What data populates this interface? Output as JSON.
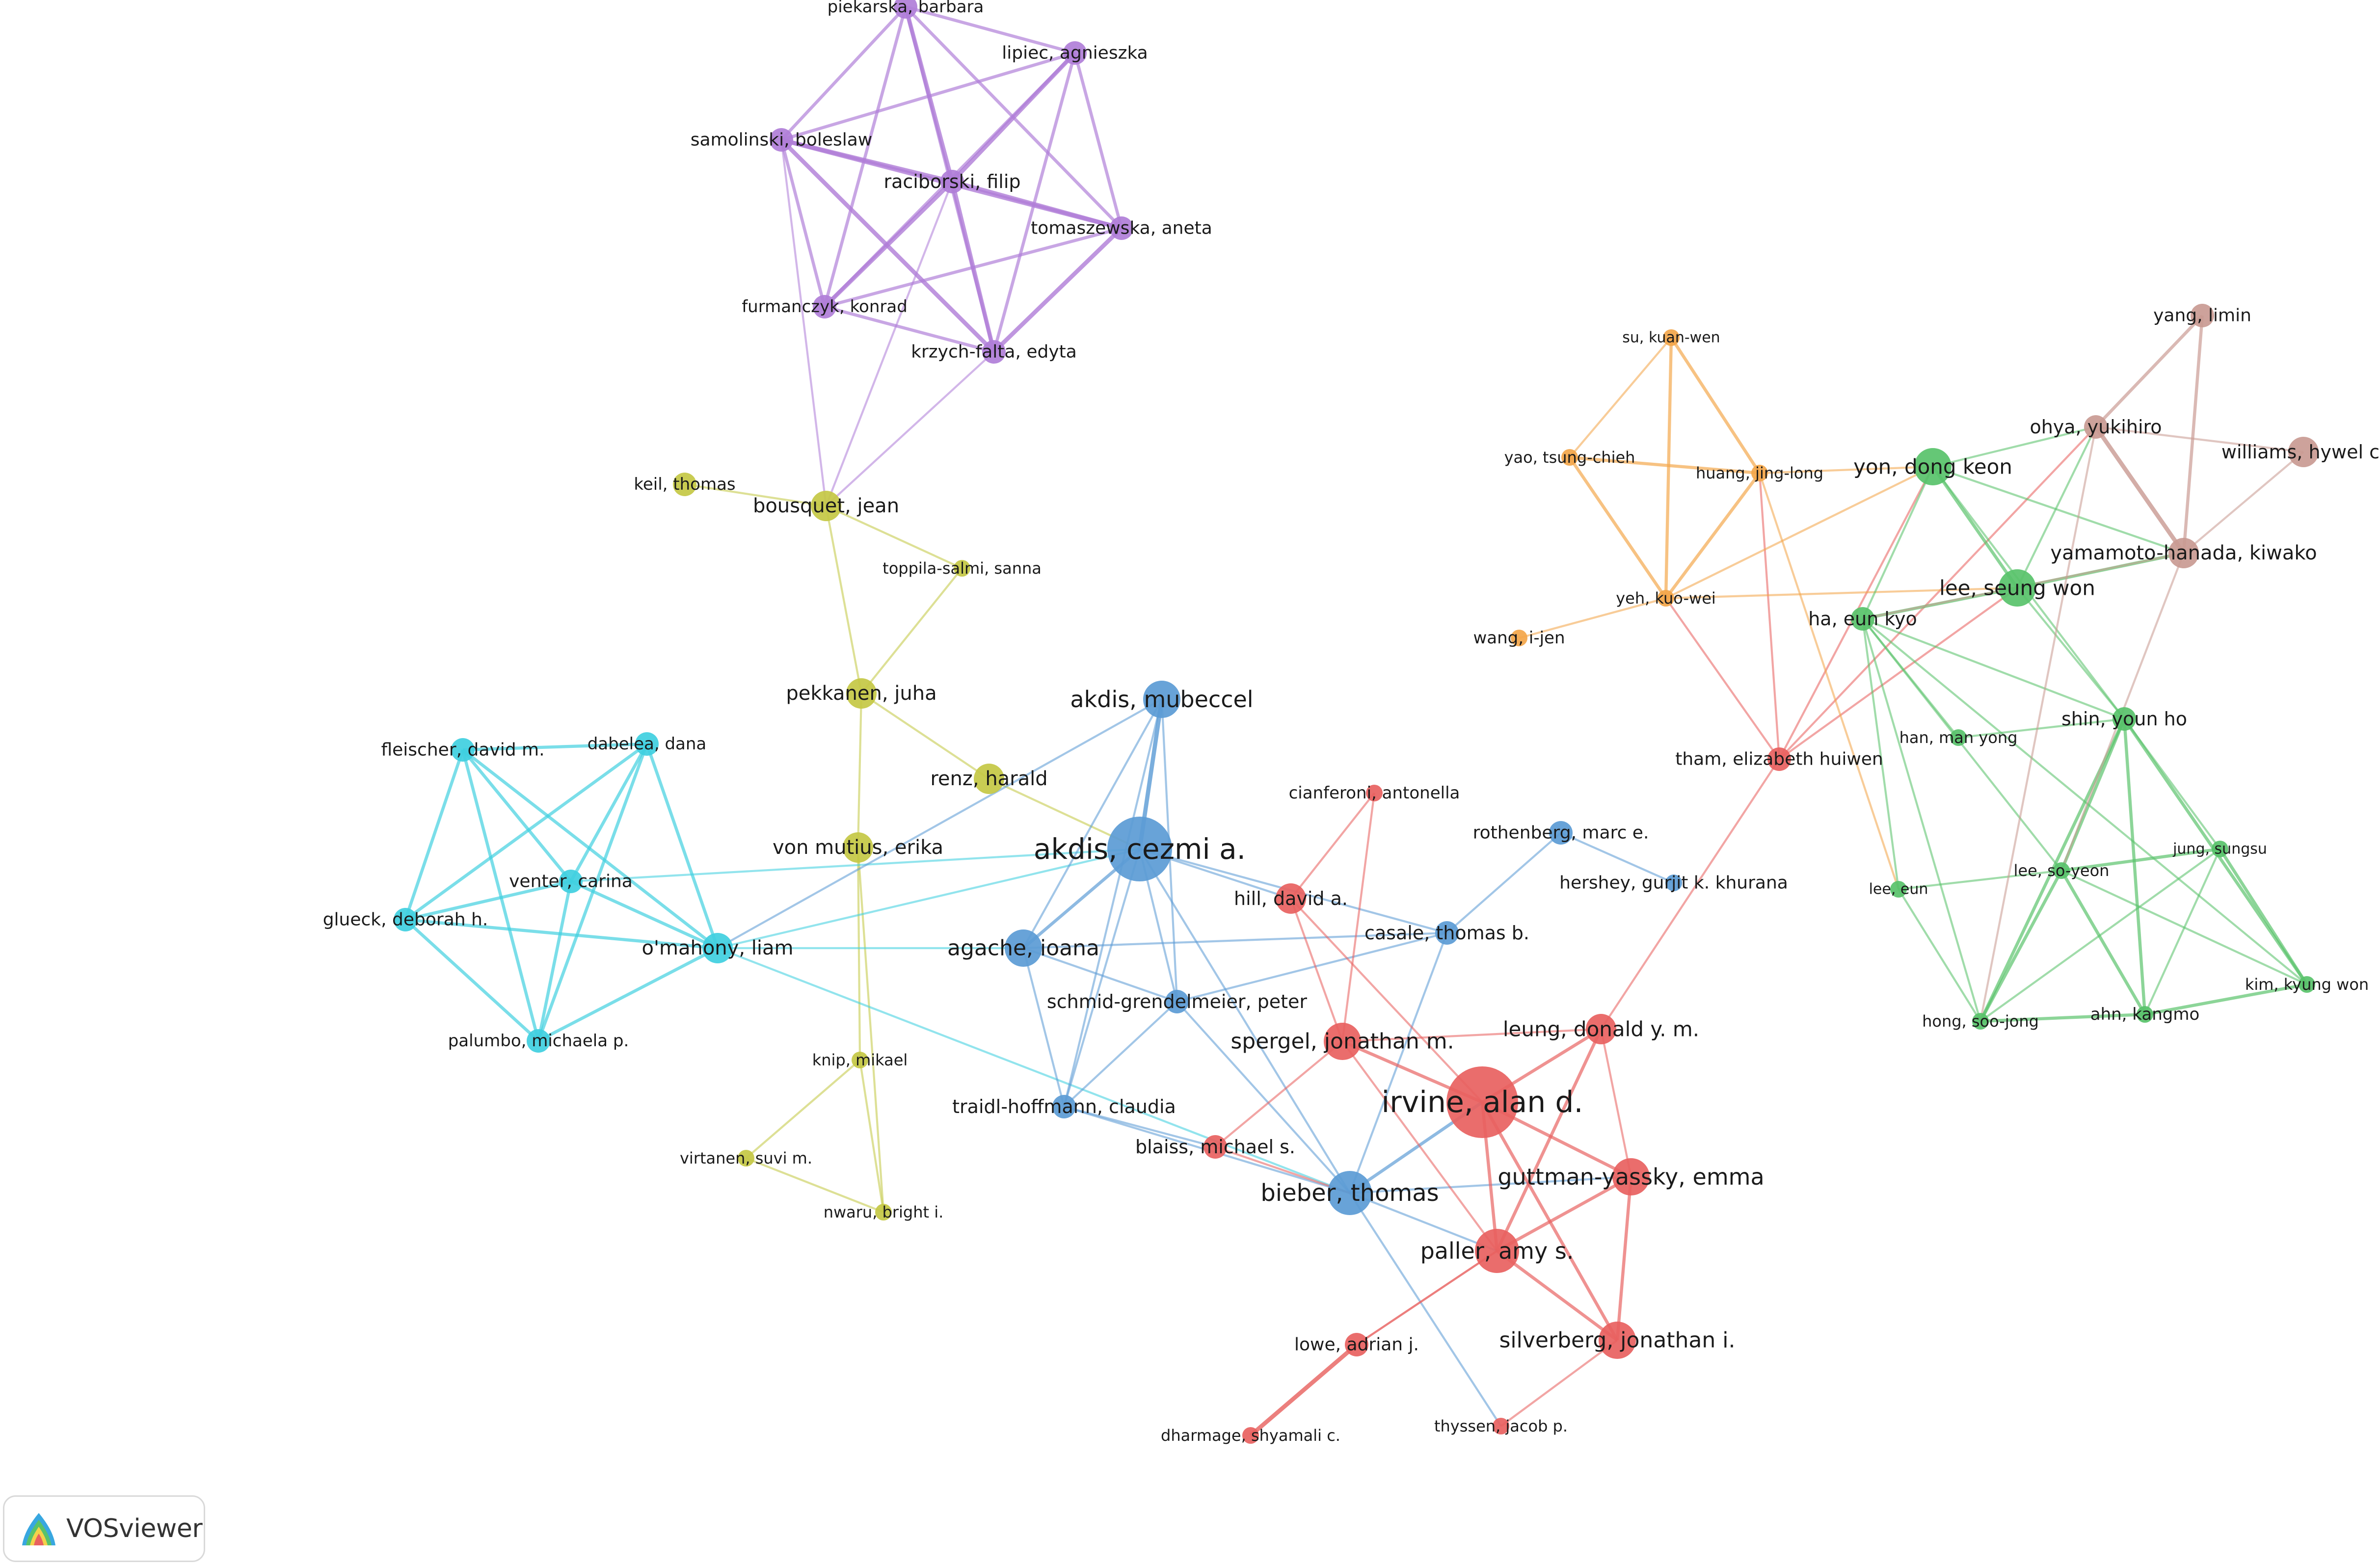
{
  "app": {
    "brand": "VOSviewer",
    "logo_icon": "vosviewer-logo-icon"
  },
  "colors": {
    "red": "#e8615f",
    "blue": "#5b9bd5",
    "green": "#58c26a",
    "yellow": "#c4c844",
    "purple": "#b07ed8",
    "cyan": "#3fcfdf",
    "orange": "#f3a64a",
    "brown": "#c99a92"
  },
  "network": {
    "nodes": [
      {
        "id": "piekarska",
        "label": "piekarska, barbara",
        "cluster": "purple",
        "weight": 2
      },
      {
        "id": "lipiec",
        "label": "lipiec, agnieszka",
        "cluster": "purple",
        "weight": 2
      },
      {
        "id": "samolinski",
        "label": "samolinski, boleslaw",
        "cluster": "purple",
        "weight": 2
      },
      {
        "id": "raciborski",
        "label": "raciborski, filip",
        "cluster": "purple",
        "weight": 2
      },
      {
        "id": "tomaszewska",
        "label": "tomaszewska, aneta",
        "cluster": "purple",
        "weight": 2
      },
      {
        "id": "furmanczyk",
        "label": "furmanczyk, konrad",
        "cluster": "purple",
        "weight": 2
      },
      {
        "id": "krzych",
        "label": "krzych-falta, edyta",
        "cluster": "purple",
        "weight": 2
      },
      {
        "id": "keil",
        "label": "keil, thomas",
        "cluster": "yellow",
        "weight": 2
      },
      {
        "id": "bousquet",
        "label": "bousquet, jean",
        "cluster": "yellow",
        "weight": 3
      },
      {
        "id": "toppila",
        "label": "toppila-salmi, sanna",
        "cluster": "yellow",
        "weight": 1
      },
      {
        "id": "pekkanen",
        "label": "pekkanen, juha",
        "cluster": "yellow",
        "weight": 3
      },
      {
        "id": "renz",
        "label": "renz, harald",
        "cluster": "yellow",
        "weight": 3
      },
      {
        "id": "vonmutius",
        "label": "von mutius, erika",
        "cluster": "yellow",
        "weight": 3
      },
      {
        "id": "knip",
        "label": "knip, mikael",
        "cluster": "yellow",
        "weight": 1
      },
      {
        "id": "virtanen",
        "label": "virtanen, suvi m.",
        "cluster": "yellow",
        "weight": 1
      },
      {
        "id": "nwaru",
        "label": "nwaru, bright i.",
        "cluster": "yellow",
        "weight": 1
      },
      {
        "id": "fleischer",
        "label": "fleischer, david m.",
        "cluster": "cyan",
        "weight": 2
      },
      {
        "id": "dabelea",
        "label": "dabelea, dana",
        "cluster": "cyan",
        "weight": 2
      },
      {
        "id": "venter",
        "label": "venter, carina",
        "cluster": "cyan",
        "weight": 2
      },
      {
        "id": "glueck",
        "label": "glueck, deborah h.",
        "cluster": "cyan",
        "weight": 2
      },
      {
        "id": "omahony",
        "label": "o'mahony, liam",
        "cluster": "cyan",
        "weight": 3
      },
      {
        "id": "palumbo",
        "label": "palumbo, michaela p.",
        "cluster": "cyan",
        "weight": 2
      },
      {
        "id": "akdism",
        "label": "akdis, mubeccel",
        "cluster": "blue",
        "weight": 4
      },
      {
        "id": "akdisc",
        "label": "akdis, cezmi a.",
        "cluster": "blue",
        "weight": 8
      },
      {
        "id": "agache",
        "label": "agache, ioana",
        "cluster": "blue",
        "weight": 4
      },
      {
        "id": "schmid",
        "label": "schmid-grendelmeier, peter",
        "cluster": "blue",
        "weight": 2
      },
      {
        "id": "traidl",
        "label": "traidl-hoffmann, claudia",
        "cluster": "blue",
        "weight": 2
      },
      {
        "id": "bieber",
        "label": "bieber, thomas",
        "cluster": "blue",
        "weight": 5
      },
      {
        "id": "rothenberg",
        "label": "rothenberg, marc e.",
        "cluster": "blue",
        "weight": 2
      },
      {
        "id": "hershey",
        "label": "hershey, gurjit k. khurana",
        "cluster": "blue",
        "weight": 1
      },
      {
        "id": "casale",
        "label": "casale, thomas b.",
        "cluster": "blue",
        "weight": 2
      },
      {
        "id": "cianferoni",
        "label": "cianferoni, antonella",
        "cluster": "red",
        "weight": 1
      },
      {
        "id": "hill",
        "label": "hill, david a.",
        "cluster": "red",
        "weight": 3
      },
      {
        "id": "spergel",
        "label": "spergel, jonathan m.",
        "cluster": "red",
        "weight": 4
      },
      {
        "id": "leung",
        "label": "leung, donald y. m.",
        "cluster": "red",
        "weight": 3
      },
      {
        "id": "irvine",
        "label": "irvine, alan d.",
        "cluster": "red",
        "weight": 9
      },
      {
        "id": "blaiss",
        "label": "blaiss, michael s.",
        "cluster": "red",
        "weight": 2
      },
      {
        "id": "guttman",
        "label": "guttman-yassky, emma",
        "cluster": "red",
        "weight": 4
      },
      {
        "id": "paller",
        "label": "paller, amy s.",
        "cluster": "red",
        "weight": 5
      },
      {
        "id": "silverberg",
        "label": "silverberg, jonathan i.",
        "cluster": "red",
        "weight": 4
      },
      {
        "id": "lowe",
        "label": "lowe, adrian j.",
        "cluster": "red",
        "weight": 2
      },
      {
        "id": "dharmage",
        "label": "dharmage, shyamali c.",
        "cluster": "red",
        "weight": 1
      },
      {
        "id": "thyssen",
        "label": "thyssen, jacob p.",
        "cluster": "red",
        "weight": 1
      },
      {
        "id": "tham",
        "label": "tham, elizabeth huiwen",
        "cluster": "red",
        "weight": 2
      },
      {
        "id": "su",
        "label": "su, kuan-wen",
        "cluster": "orange",
        "weight": 1
      },
      {
        "id": "yao",
        "label": "yao, tsung-chieh",
        "cluster": "orange",
        "weight": 1
      },
      {
        "id": "huang",
        "label": "huang, jing-long",
        "cluster": "orange",
        "weight": 1
      },
      {
        "id": "yeh",
        "label": "yeh, kuo-wei",
        "cluster": "orange",
        "weight": 1
      },
      {
        "id": "wang",
        "label": "wang, i-jen",
        "cluster": "orange",
        "weight": 1
      },
      {
        "id": "yon",
        "label": "yon, dong keon",
        "cluster": "green",
        "weight": 4
      },
      {
        "id": "leesw",
        "label": "lee, seung won",
        "cluster": "green",
        "weight": 4
      },
      {
        "id": "ha",
        "label": "ha, eun kyo",
        "cluster": "green",
        "weight": 2
      },
      {
        "id": "han",
        "label": "han, man yong",
        "cluster": "green",
        "weight": 1
      },
      {
        "id": "shin",
        "label": "shin, youn ho",
        "cluster": "green",
        "weight": 2
      },
      {
        "id": "jung",
        "label": "jung, sungsu",
        "cluster": "green",
        "weight": 1
      },
      {
        "id": "leeeun",
        "label": "lee, eun",
        "cluster": "green",
        "weight": 1
      },
      {
        "id": "leesoyeon",
        "label": "lee, so-yeon",
        "cluster": "green",
        "weight": 1
      },
      {
        "id": "kim",
        "label": "kim, kyung won",
        "cluster": "green",
        "weight": 1
      },
      {
        "id": "ahn",
        "label": "ahn, kangmo",
        "cluster": "green",
        "weight": 1
      },
      {
        "id": "hong",
        "label": "hong, soo-jong",
        "cluster": "green",
        "weight": 1
      },
      {
        "id": "yang",
        "label": "yang, limin",
        "cluster": "brown",
        "weight": 2
      },
      {
        "id": "ohya",
        "label": "ohya, yukihiro",
        "cluster": "brown",
        "weight": 2
      },
      {
        "id": "williams",
        "label": "williams, hywel c.",
        "cluster": "brown",
        "weight": 3
      },
      {
        "id": "yamamoto",
        "label": "yamamoto-hanada, kiwako",
        "cluster": "brown",
        "weight": 3
      }
    ],
    "links": [
      [
        "piekarska",
        "lipiec",
        2
      ],
      [
        "piekarska",
        "samolinski",
        2
      ],
      [
        "piekarska",
        "raciborski",
        3
      ],
      [
        "piekarska",
        "tomaszewska",
        2
      ],
      [
        "piekarska",
        "furmanczyk",
        2
      ],
      [
        "piekarska",
        "krzych",
        2
      ],
      [
        "lipiec",
        "samolinski",
        2
      ],
      [
        "lipiec",
        "raciborski",
        3
      ],
      [
        "lipiec",
        "tomaszewska",
        2
      ],
      [
        "lipiec",
        "furmanczyk",
        2
      ],
      [
        "lipiec",
        "krzych",
        2
      ],
      [
        "samolinski",
        "raciborski",
        3
      ],
      [
        "samolinski",
        "tomaszewska",
        3
      ],
      [
        "samolinski",
        "furmanczyk",
        2
      ],
      [
        "samolinski",
        "krzych",
        3
      ],
      [
        "raciborski",
        "tomaszewska",
        3
      ],
      [
        "raciborski",
        "furmanczyk",
        3
      ],
      [
        "raciborski",
        "krzych",
        3
      ],
      [
        "tomaszewska",
        "furmanczyk",
        2
      ],
      [
        "tomaszewska",
        "krzych",
        3
      ],
      [
        "furmanczyk",
        "krzych",
        2
      ],
      [
        "samolinski",
        "bousquet",
        1
      ],
      [
        "raciborski",
        "bousquet",
        1
      ],
      [
        "krzych",
        "bousquet",
        1
      ],
      [
        "keil",
        "bousquet",
        1
      ],
      [
        "bousquet",
        "toppila",
        1
      ],
      [
        "bousquet",
        "pekkanen",
        1
      ],
      [
        "toppila",
        "pekkanen",
        1
      ],
      [
        "pekkanen",
        "renz",
        1
      ],
      [
        "pekkanen",
        "vonmutius",
        1
      ],
      [
        "vonmutius",
        "knip",
        1
      ],
      [
        "vonmutius",
        "nwaru",
        1
      ],
      [
        "knip",
        "virtanen",
        1
      ],
      [
        "knip",
        "nwaru",
        1
      ],
      [
        "virtanen",
        "nwaru",
        1
      ],
      [
        "renz",
        "akdisc",
        1
      ],
      [
        "fleischer",
        "dabelea",
        2
      ],
      [
        "fleischer",
        "venter",
        2
      ],
      [
        "fleischer",
        "omahony",
        2
      ],
      [
        "fleischer",
        "palumbo",
        2
      ],
      [
        "fleischer",
        "glueck",
        2
      ],
      [
        "dabelea",
        "venter",
        2
      ],
      [
        "dabelea",
        "omahony",
        2
      ],
      [
        "dabelea",
        "palumbo",
        2
      ],
      [
        "dabelea",
        "glueck",
        2
      ],
      [
        "venter",
        "glueck",
        2
      ],
      [
        "venter",
        "omahony",
        2
      ],
      [
        "venter",
        "palumbo",
        2
      ],
      [
        "glueck",
        "omahony",
        2
      ],
      [
        "glueck",
        "palumbo",
        2
      ],
      [
        "omahony",
        "palumbo",
        2
      ],
      [
        "venter",
        "akdisc",
        1
      ],
      [
        "omahony",
        "akdisc",
        1
      ],
      [
        "omahony",
        "agache",
        1
      ],
      [
        "omahony",
        "bieber",
        1
      ],
      [
        "akdism",
        "akdisc",
        3
      ],
      [
        "akdism",
        "agache",
        1
      ],
      [
        "akdism",
        "schmid",
        1
      ],
      [
        "akdism",
        "traidl",
        1
      ],
      [
        "akdism",
        "omahony",
        1
      ],
      [
        "akdisc",
        "agache",
        2
      ],
      [
        "akdisc",
        "schmid",
        1
      ],
      [
        "akdisc",
        "traidl",
        1
      ],
      [
        "akdisc",
        "bieber",
        1
      ],
      [
        "akdisc",
        "hill",
        1
      ],
      [
        "akdisc",
        "casale",
        1
      ],
      [
        "agache",
        "schmid",
        1
      ],
      [
        "agache",
        "traidl",
        1
      ],
      [
        "agache",
        "casale",
        1
      ],
      [
        "schmid",
        "bieber",
        1
      ],
      [
        "schmid",
        "traidl",
        1
      ],
      [
        "schmid",
        "casale",
        1
      ],
      [
        "traidl",
        "bieber",
        1
      ],
      [
        "traidl",
        "blaiss",
        1
      ],
      [
        "casale",
        "bieber",
        1
      ],
      [
        "casale",
        "rothenberg",
        1
      ],
      [
        "rothenberg",
        "hershey",
        1
      ],
      [
        "bieber",
        "irvine",
        2
      ],
      [
        "bieber",
        "paller",
        1
      ],
      [
        "bieber",
        "guttman",
        1
      ],
      [
        "bieber",
        "thyssen",
        1
      ],
      [
        "blaiss",
        "spergel",
        1
      ],
      [
        "blaiss",
        "bieber",
        1
      ],
      [
        "cianferoni",
        "hill",
        1
      ],
      [
        "cianferoni",
        "spergel",
        1
      ],
      [
        "hill",
        "spergel",
        1
      ],
      [
        "hill",
        "irvine",
        1
      ],
      [
        "spergel",
        "irvine",
        2
      ],
      [
        "spergel",
        "leung",
        1
      ],
      [
        "spergel",
        "paller",
        1
      ],
      [
        "irvine",
        "leung",
        2
      ],
      [
        "irvine",
        "guttman",
        2
      ],
      [
        "irvine",
        "paller",
        2
      ],
      [
        "irvine",
        "silverberg",
        2
      ],
      [
        "leung",
        "paller",
        2
      ],
      [
        "leung",
        "guttman",
        1
      ],
      [
        "leung",
        "tham",
        1
      ],
      [
        "guttman",
        "paller",
        2
      ],
      [
        "guttman",
        "silverberg",
        2
      ],
      [
        "paller",
        "silverberg",
        2
      ],
      [
        "paller",
        "lowe",
        1
      ],
      [
        "silverberg",
        "thyssen",
        1
      ],
      [
        "lowe",
        "dharmage",
        3
      ],
      [
        "lowe",
        "paller",
        1
      ],
      [
        "tham",
        "huang",
        1
      ],
      [
        "tham",
        "yeh",
        1
      ],
      [
        "tham",
        "yon",
        1
      ],
      [
        "tham",
        "ohya",
        1
      ],
      [
        "tham",
        "leesw",
        1
      ],
      [
        "su",
        "huang",
        2
      ],
      [
        "su",
        "yeh",
        2
      ],
      [
        "su",
        "yao",
        1
      ],
      [
        "yao",
        "huang",
        2
      ],
      [
        "yao",
        "yeh",
        2
      ],
      [
        "huang",
        "yeh",
        2
      ],
      [
        "yeh",
        "wang",
        1
      ],
      [
        "huang",
        "yon",
        1
      ],
      [
        "yeh",
        "yon",
        1
      ],
      [
        "yeh",
        "leesw",
        1
      ],
      [
        "huang",
        "leeeun",
        1
      ],
      [
        "yon",
        "leesw",
        2
      ],
      [
        "yon",
        "ha",
        1
      ],
      [
        "yon",
        "shin",
        1
      ],
      [
        "yon",
        "ohya",
        1
      ],
      [
        "yon",
        "yamamoto",
        1
      ],
      [
        "leesw",
        "ha",
        2
      ],
      [
        "leesw",
        "shin",
        1
      ],
      [
        "leesw",
        "yamamoto",
        2
      ],
      [
        "leesw",
        "ohya",
        1
      ],
      [
        "ha",
        "shin",
        1
      ],
      [
        "ha",
        "leeeun",
        1
      ],
      [
        "ha",
        "leesoyeon",
        1
      ],
      [
        "ha",
        "han",
        1
      ],
      [
        "ha",
        "kim",
        1
      ],
      [
        "ha",
        "hong",
        1
      ],
      [
        "shin",
        "leesoyeon",
        2
      ],
      [
        "shin",
        "jung",
        1
      ],
      [
        "shin",
        "kim",
        2
      ],
      [
        "shin",
        "ahn",
        2
      ],
      [
        "shin",
        "hong",
        2
      ],
      [
        "shin",
        "han",
        1
      ],
      [
        "leesoyeon",
        "jung",
        2
      ],
      [
        "leesoyeon",
        "hong",
        2
      ],
      [
        "leesoyeon",
        "ahn",
        2
      ],
      [
        "leesoyeon",
        "kim",
        1
      ],
      [
        "leesoyeon",
        "leeeun",
        1
      ],
      [
        "jung",
        "kim",
        2
      ],
      [
        "jung",
        "ahn",
        1
      ],
      [
        "jung",
        "hong",
        1
      ],
      [
        "kim",
        "ahn",
        2
      ],
      [
        "ahn",
        "hong",
        2
      ],
      [
        "hong",
        "leeeun",
        1
      ],
      [
        "yang",
        "ohya",
        2
      ],
      [
        "yang",
        "yamamoto",
        2
      ],
      [
        "ohya",
        "yamamoto",
        3
      ],
      [
        "ohya",
        "williams",
        1
      ],
      [
        "williams",
        "yamamoto",
        1
      ],
      [
        "ohya",
        "hong",
        1
      ],
      [
        "yamamoto",
        "leesoyeon",
        1
      ],
      [
        "yamamoto",
        "ha",
        1
      ]
    ]
  }
}
